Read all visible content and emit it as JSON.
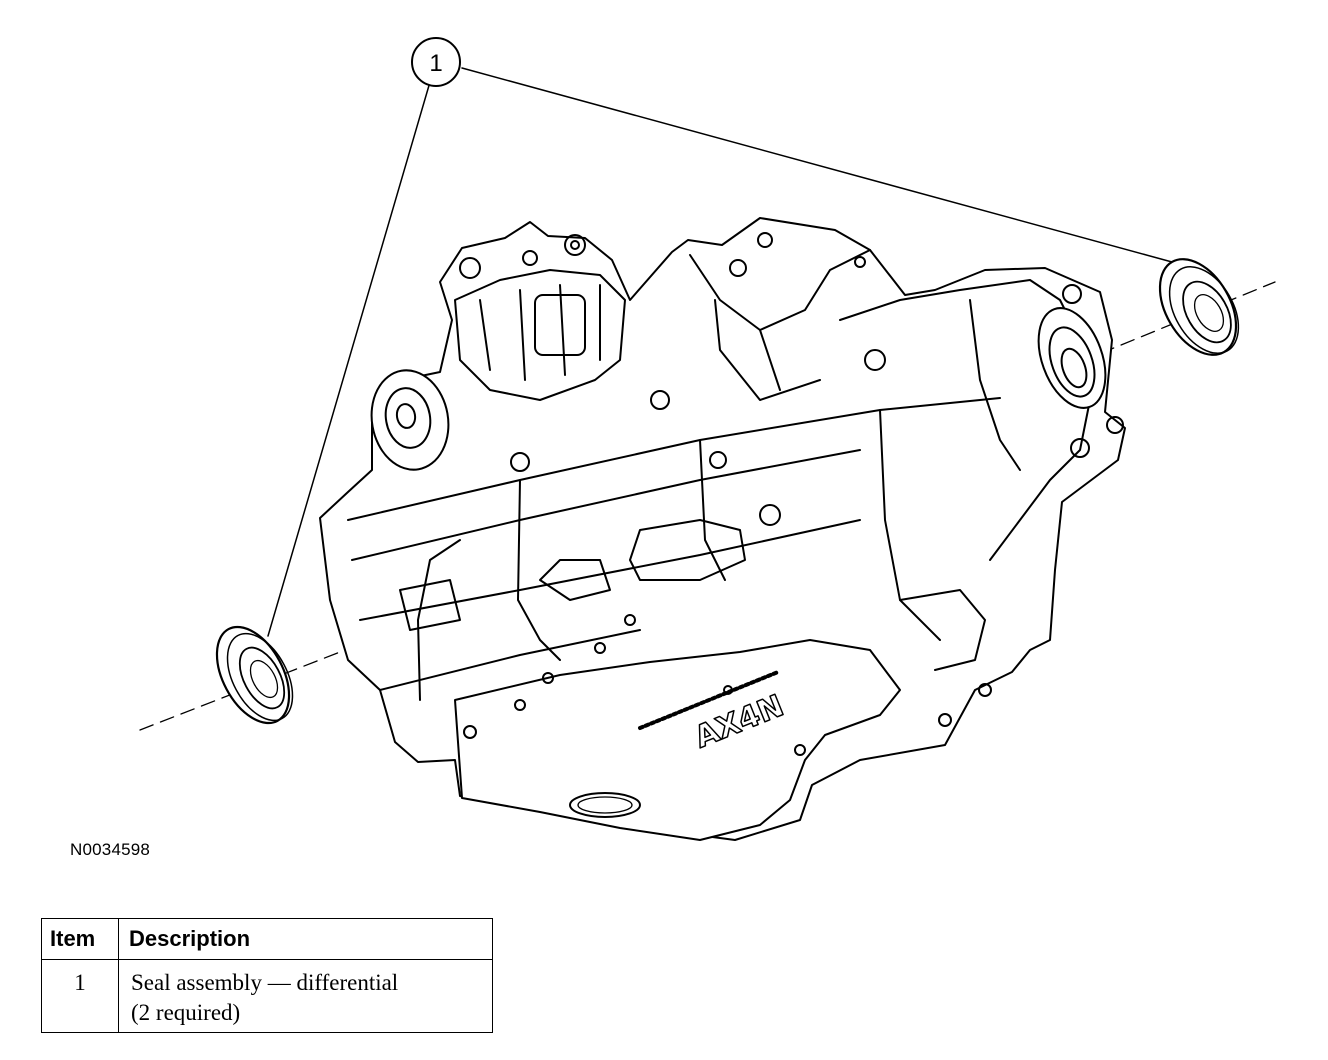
{
  "figure": {
    "callout": "1",
    "engraving": "AX4N",
    "figure_id": "N0034598"
  },
  "legend": {
    "headers": {
      "item": "Item",
      "description": "Description"
    },
    "rows": [
      {
        "item": "1",
        "description": "Seal assembly — differential",
        "note": "(2 required)"
      }
    ]
  }
}
